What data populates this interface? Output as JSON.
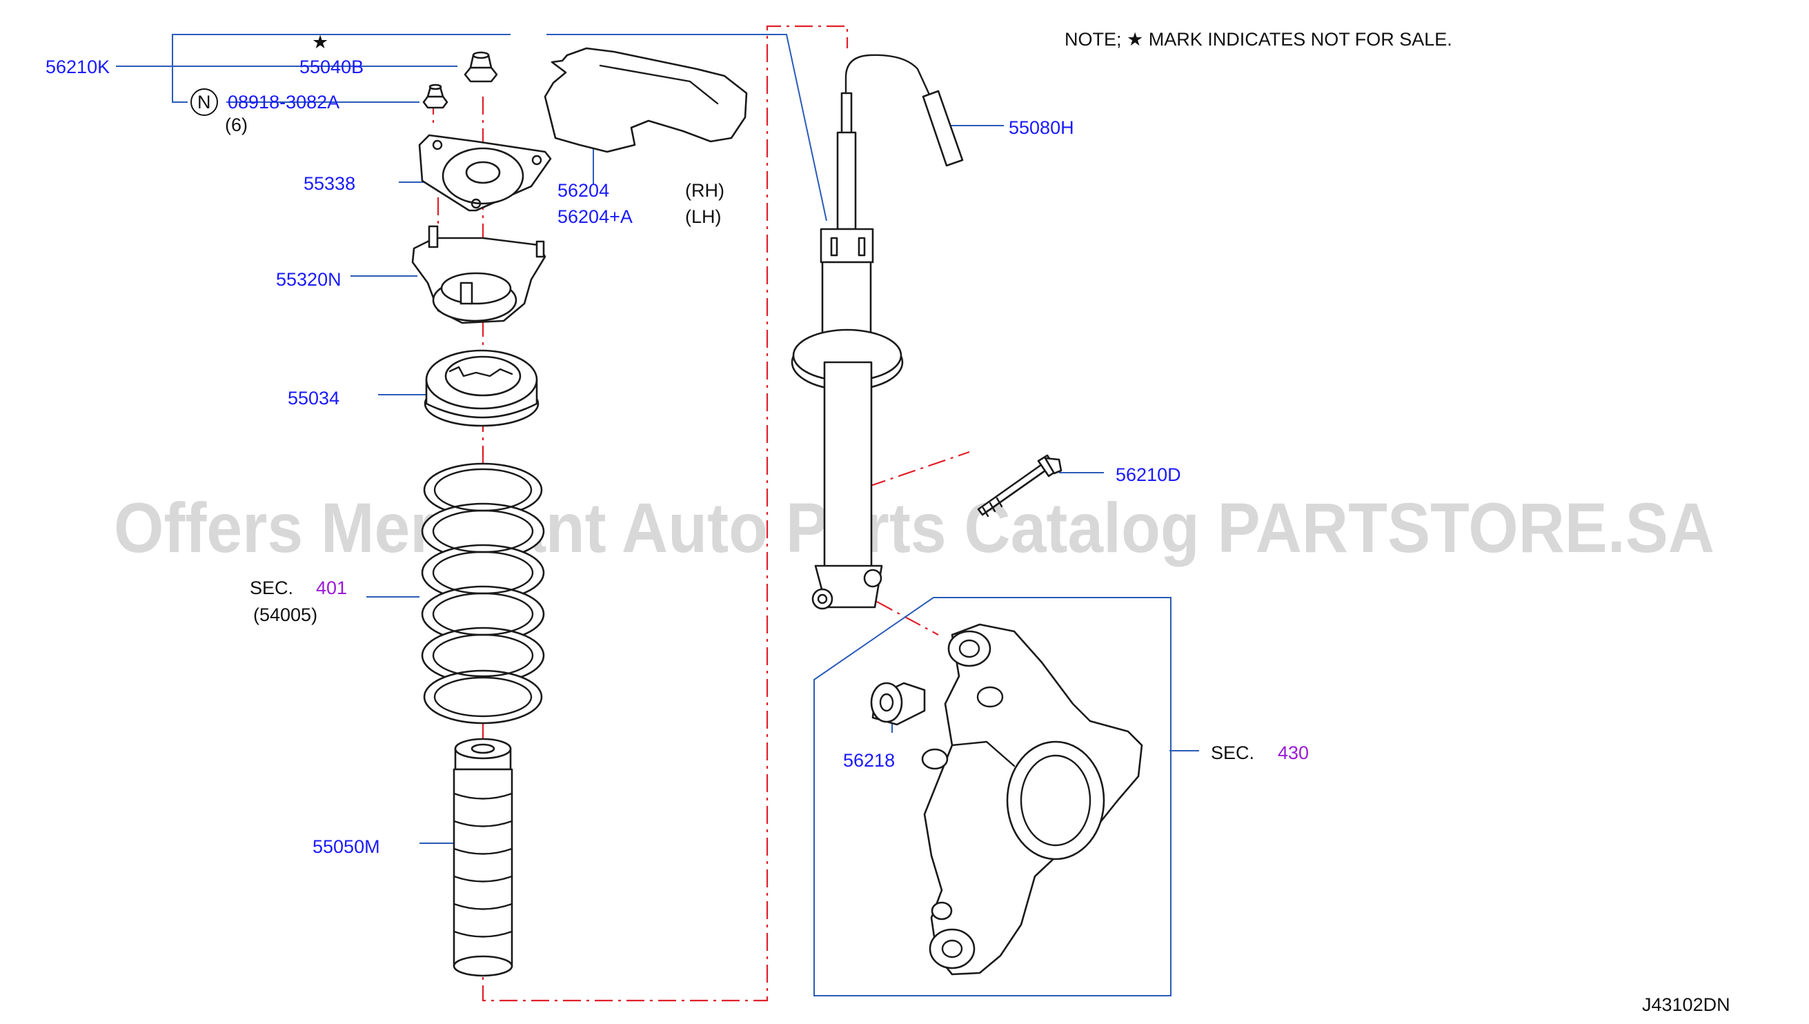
{
  "note": "NOTE;  ★ MARK  INDICATES  NOT  FOR  SALE.",
  "star_mark": "★",
  "watermark": "Offers Merchant Auto Parts Catalog PARTSTORE.SA",
  "diagram_code": "J43102DN",
  "labels": {
    "p56210K": "56210K",
    "p55040B": "55040B",
    "n_circle": "N",
    "p08918": "08918-3082A",
    "qty6": "(6)",
    "p55338": "55338",
    "p56204": "56204",
    "p56204A": "56204+A",
    "rh": "(RH)",
    "lh": "(LH)",
    "p55320N": "55320N",
    "p55034": "55034",
    "sec_word_1": "SEC.",
    "sec_num_401": "401",
    "p54005": "(54005)",
    "p55050M": "55050M",
    "p55080H": "55080H",
    "p56210D": "56210D",
    "p56218": "56218",
    "sec_word_2": "SEC.",
    "sec_num_430": "430"
  }
}
